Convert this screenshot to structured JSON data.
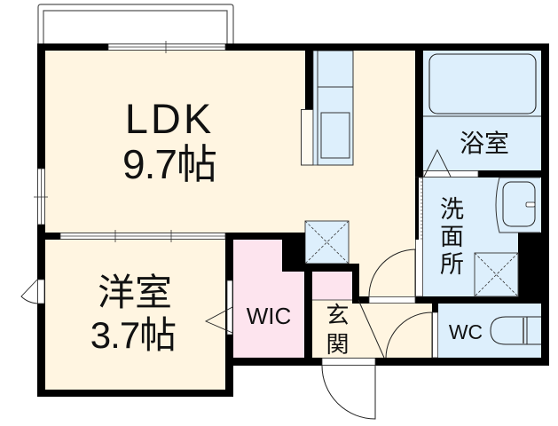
{
  "floor_plan": {
    "rooms": {
      "ldk": {
        "label": "LDK",
        "size": "9.7帖"
      },
      "western_room": {
        "label": "洋室",
        "size": "3.7帖"
      },
      "walk_in_closet": {
        "label": "WIC"
      },
      "bathroom": {
        "label": "浴室"
      },
      "washroom": {
        "label": "洗面所"
      },
      "entrance": {
        "label": "玄関"
      },
      "toilet": {
        "label": "WC"
      }
    },
    "fixtures": [
      "kitchen-counter-icon",
      "kitchen-sink-icon",
      "refrigerator-space-icon",
      "bathtub-icon",
      "wash-basin-icon",
      "washing-machine-space-icon",
      "toilet-icon"
    ],
    "colors": {
      "living_floor": "#FFF5E1",
      "wet_area_floor": "#DDEFFC",
      "storage_floor": "#FDE4EE",
      "wall": "#000000",
      "opening": "#FFFFFF",
      "line": "#333333"
    }
  }
}
